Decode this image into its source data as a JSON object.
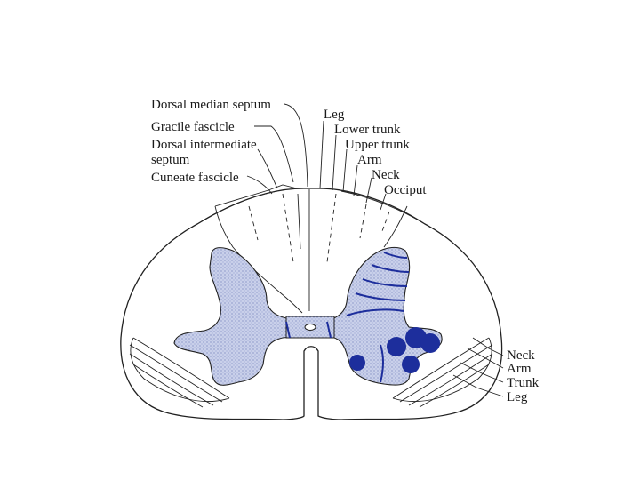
{
  "labels": {
    "dorsal_median_septum": "Dorsal median septum",
    "gracile_fascicle": "Gracile fascicle",
    "dorsal_intermediate_septum_1": "Dorsal intermediate",
    "dorsal_intermediate_septum_2": "septum",
    "cuneate_fascicle": "Cuneate fascicle",
    "leg_top": "Leg",
    "lower_trunk": "Lower trunk",
    "upper_trunk": "Upper trunk",
    "arm_top": "Arm",
    "neck_top": "Neck",
    "occiput": "Occiput",
    "neck_right": "Neck",
    "arm_right": "Arm",
    "trunk_right": "Trunk",
    "leg_right": "Leg"
  },
  "colors": {
    "blue_accent": "#1d2e9c",
    "gray_matter_fill": "#c9d0ea",
    "outline": "#222222"
  }
}
